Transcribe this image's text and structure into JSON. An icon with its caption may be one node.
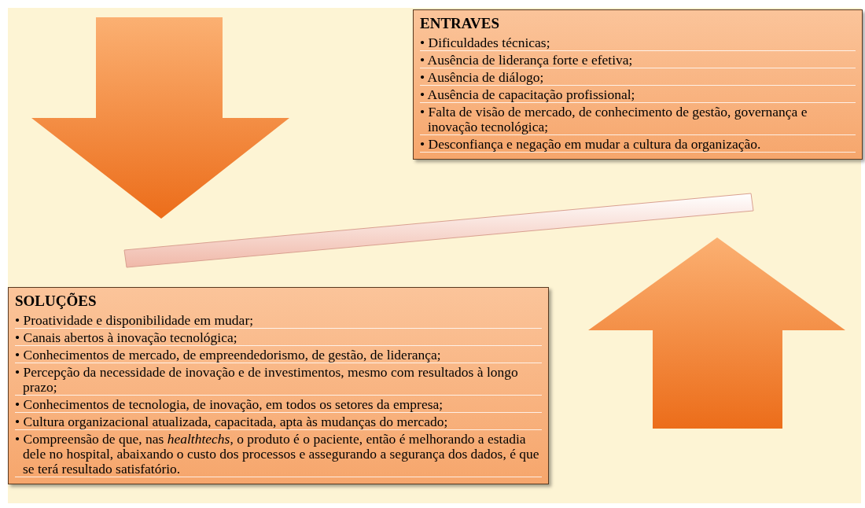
{
  "diagram": {
    "nodes": [
      {
        "text": [
          "ENTRAVES",
          "• Dificuldades técnicas;",
          "• Ausência de liderança forte e efetiva;",
          "• Ausência de diálogo;",
          "• Ausência de capacitação profissional;",
          "• Falta de visão de mercado, de conhecimento de gestão, governança e inovação tecnológica;",
          "• Desconfiança e negação em mudar a cultura da organização."
        ]
      },
      {
        "text": [
          "SOLUÇÕES",
          "• Proatividade e disponibilidade em mudar;",
          "• Canais abertos à inovação tecnológica;",
          "• Conhecimentos de mercado, de empreendedorismo, de gestão, de liderança;",
          "• Percepção da necessidade de inovação e de investimentos, mesmo com resultados à longo prazo;",
          "• Conhecimentos de tecnologia, de inovação, em todos os setores da empresa;",
          "• Cultura organizacional atualizada, capacitada, apta às mudanças do mercado;",
          "• Compreensão de que, nas *healthtechs*, o produto é o paciente, então é melhorando a estadia dele no hospital, abaixando o custo dos processos e assegurando a segurança dos dados, é que se terá resultado satisfatório."
        ]
      }
    ],
    "edges": []
  }
}
